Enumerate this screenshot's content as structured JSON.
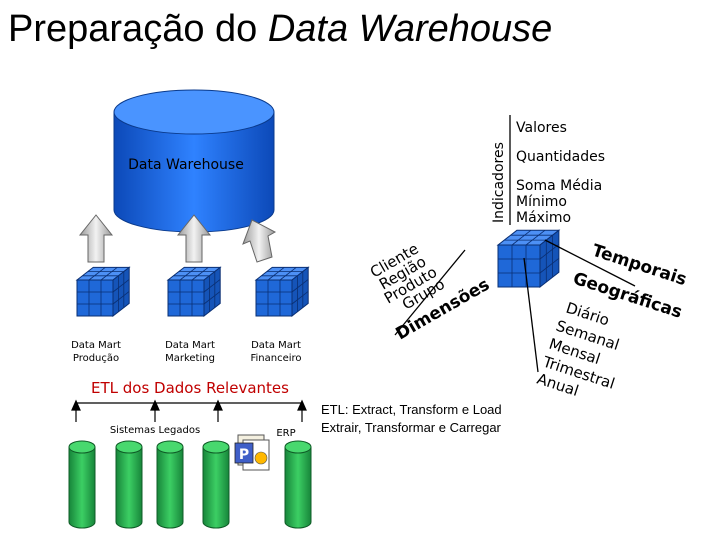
{
  "title": {
    "main": "Preparação do ",
    "italic": "Data Warehouse"
  },
  "warehouse_label": "Data Warehouse",
  "data_marts": [
    {
      "line1": "Data Mart",
      "line2": "Produção"
    },
    {
      "line1": "Data Mart",
      "line2": "Marketing"
    },
    {
      "line1": "Data Mart",
      "line2": "Financeiro"
    }
  ],
  "etl_heading": "ETL dos Dados Relevantes",
  "sources": {
    "legacy": "Sistemas Legados",
    "erp": "ERP"
  },
  "etl_caption": {
    "line1": "ETL: Extract, Transform e Load",
    "line2": "Extrair, Transformar e Carregar"
  },
  "indicators": {
    "axis_label": "Indicadores",
    "items": [
      "Valores",
      "Quantidades",
      "Soma Média",
      "Mínimo",
      "Máximo"
    ]
  },
  "dimensions": {
    "axis_label": "Dimensões",
    "items": [
      "Cliente",
      "Região",
      "Produto",
      "Grupo"
    ]
  },
  "time": {
    "axis_label": "Temporais",
    "items": [
      "Diário",
      "Semanal",
      "Mensal",
      "Trimestral",
      "Anual"
    ]
  },
  "geo": {
    "axis_label": "Geográficas"
  },
  "colors": {
    "cube_blue": "#1f68d8",
    "cylinder_green": "#2aa84a",
    "etl_red": "#c00000",
    "warehouse_blue": "#1e6fe6"
  }
}
